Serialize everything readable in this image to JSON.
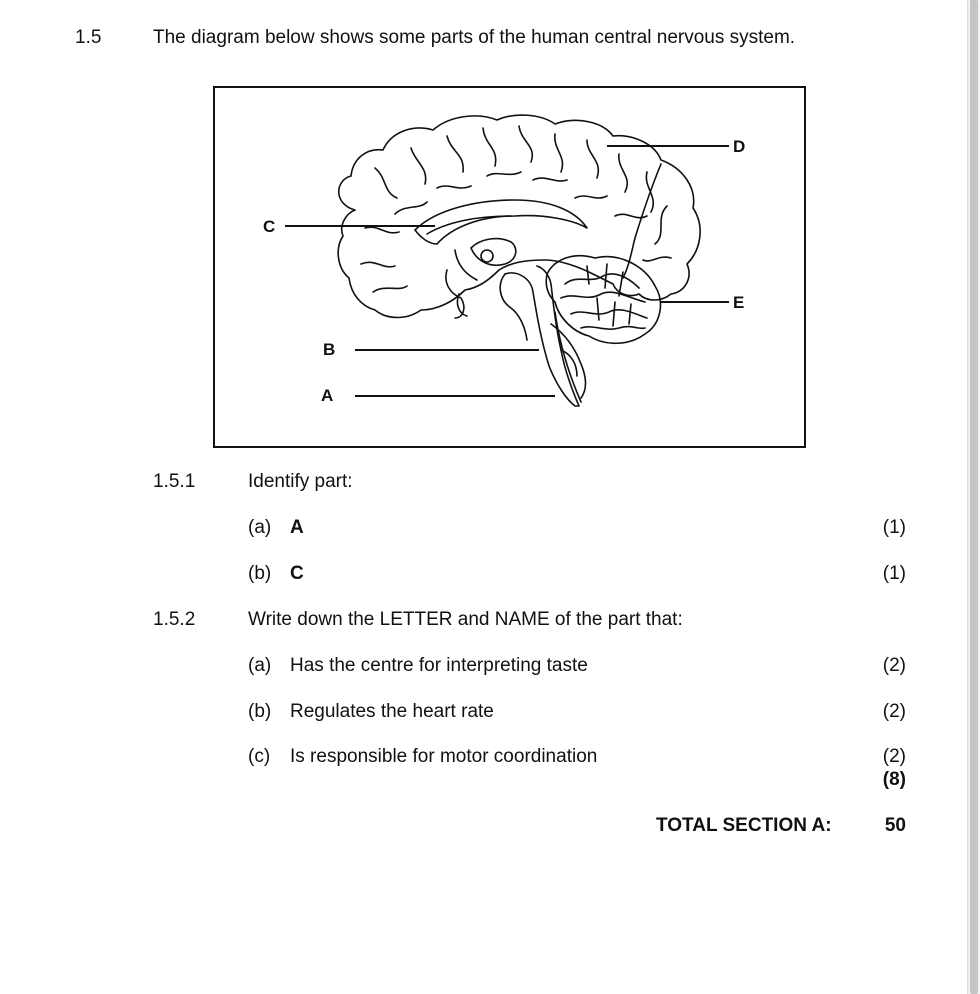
{
  "question": {
    "number": "1.5",
    "intro": "The diagram below shows some parts of the human central nervous system."
  },
  "diagram": {
    "labels": {
      "a": "A",
      "b": "B",
      "c": "C",
      "d": "D",
      "e": "E"
    }
  },
  "q151": {
    "number": "1.5.1",
    "text": "Identify part:",
    "items": [
      {
        "letter": "(a)",
        "text": "A",
        "marks": "(1)"
      },
      {
        "letter": "(b)",
        "text": "C",
        "marks": "(1)"
      }
    ]
  },
  "q152": {
    "number": "1.5.2",
    "text": "Write down the LETTER and NAME of the part that:",
    "items": [
      {
        "letter": "(a)",
        "text": "Has the centre for interpreting taste",
        "marks": "(2)"
      },
      {
        "letter": "(b)",
        "text": "Regulates the heart rate",
        "marks": "(2)"
      },
      {
        "letter": "(c)",
        "text": "Is responsible for motor coordination",
        "marks": "(2)"
      }
    ],
    "subtotal": "(8)"
  },
  "total": {
    "label": "TOTAL SECTION A:",
    "value": "50"
  }
}
